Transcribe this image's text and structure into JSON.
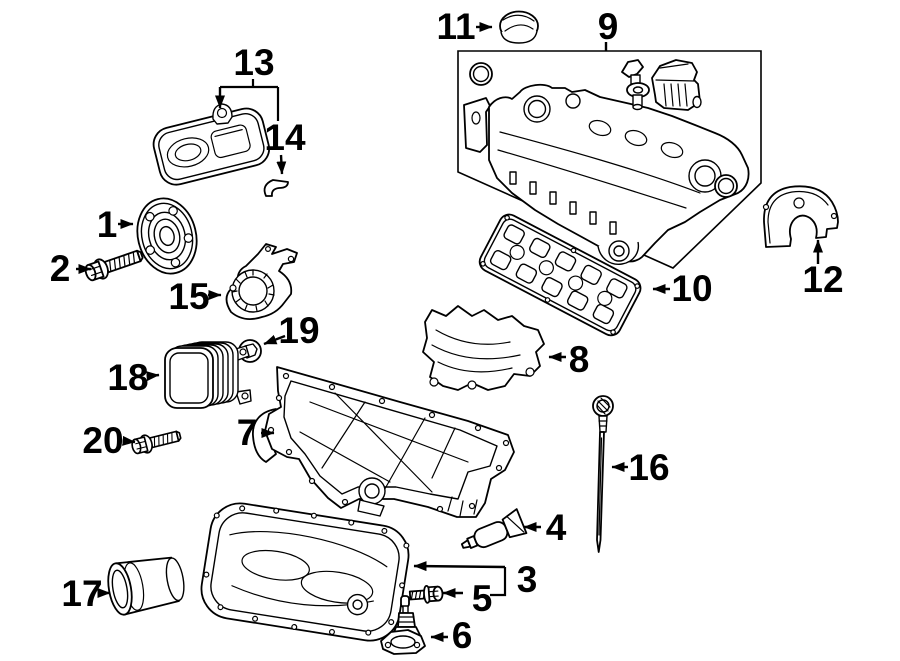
{
  "diagram": {
    "colors": {
      "background": "#ffffff",
      "line_art": "#000000"
    },
    "callouts": [
      {
        "label": "1"
      },
      {
        "label": "2"
      },
      {
        "label": "3"
      },
      {
        "label": "4"
      },
      {
        "label": "5"
      },
      {
        "label": "6"
      },
      {
        "label": "7"
      },
      {
        "label": "8"
      },
      {
        "label": "9"
      },
      {
        "label": "10"
      },
      {
        "label": "11"
      },
      {
        "label": "12"
      },
      {
        "label": "13"
      },
      {
        "label": "14"
      },
      {
        "label": "15"
      },
      {
        "label": "16"
      },
      {
        "label": "17"
      },
      {
        "label": "18"
      },
      {
        "label": "19"
      },
      {
        "label": "20"
      }
    ]
  }
}
